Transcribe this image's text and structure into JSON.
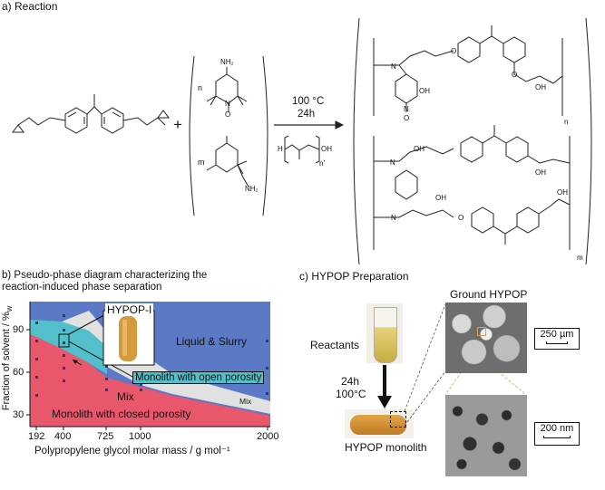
{
  "panel_a": {
    "title": "a) Reaction",
    "plus": "+",
    "n_label": "n",
    "m_label": "m",
    "amine_top": "NH₂",
    "amine_bottom": "NH₂",
    "nitroxide_n": "N",
    "nitroxide_o": "O",
    "conditions_temp": "100 °C",
    "conditions_time": "24h",
    "ppg_subscript": "n'",
    "ppg_oh": "OH",
    "ppg_h": "H",
    "product_n": "n",
    "product_m": "m",
    "oh": "OH",
    "ether_o": "O",
    "amine_n": "N"
  },
  "panel_b": {
    "title_line1": "b) Pseudo-phase diagram characterizing the",
    "title_line2": "reaction-induced phase separation",
    "ylabel": "Fraction of solvent / %",
    "ylabel_sub": "W",
    "xlabel": "Polypropylene glycol molar mass / g mol⁻¹",
    "xticks": [
      "192",
      "400",
      "725",
      "1000",
      "2000"
    ],
    "yticks": [
      "30",
      "60",
      "90"
    ],
    "region_liquid": "Liquid & Slurry",
    "region_open": "Monolith with open porosity",
    "region_mix": "Mix",
    "region_mix_small": "Mix",
    "region_closed": "Monolith with closed porosity",
    "callout": "HYPOP-I",
    "colors": {
      "liquid": "#5b79c4",
      "mix": "#e1e1e1",
      "open": "#53bfca",
      "closed": "#e8576c",
      "points": "#2b3a78"
    }
  },
  "panel_c": {
    "title": "c) HYPOP Preparation",
    "reactants": "Reactants",
    "time": "24h",
    "temp": "100°C",
    "monolith": "HYPOP monolith",
    "ground": "Ground HYPOP",
    "scale1": "250 µm",
    "scale2": "200 nm"
  }
}
